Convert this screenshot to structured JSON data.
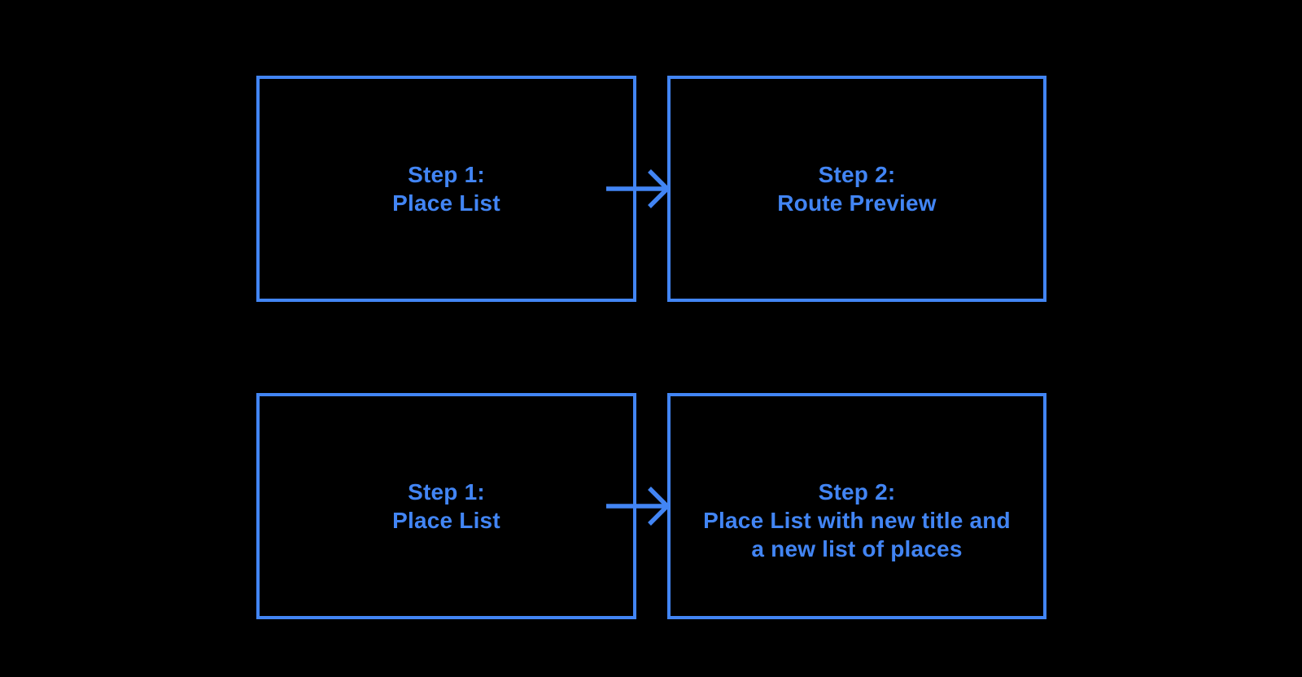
{
  "colors": {
    "accent": "#4285F4",
    "background": "#000000"
  },
  "diagram": {
    "description": "two-row flow diagram",
    "rows": [
      {
        "source": {
          "lines": [
            "Step 1:",
            "Place List"
          ]
        },
        "connector": "arrow-right",
        "target": {
          "lines": [
            "Step 2:",
            "Route Preview"
          ]
        }
      },
      {
        "source": {
          "lines": [
            "Step 1:",
            "Place List"
          ]
        },
        "connector": "arrow-right",
        "target": {
          "lines": [
            "Step 2:",
            "Place List with new title and",
            "a new list of places"
          ]
        }
      }
    ]
  }
}
